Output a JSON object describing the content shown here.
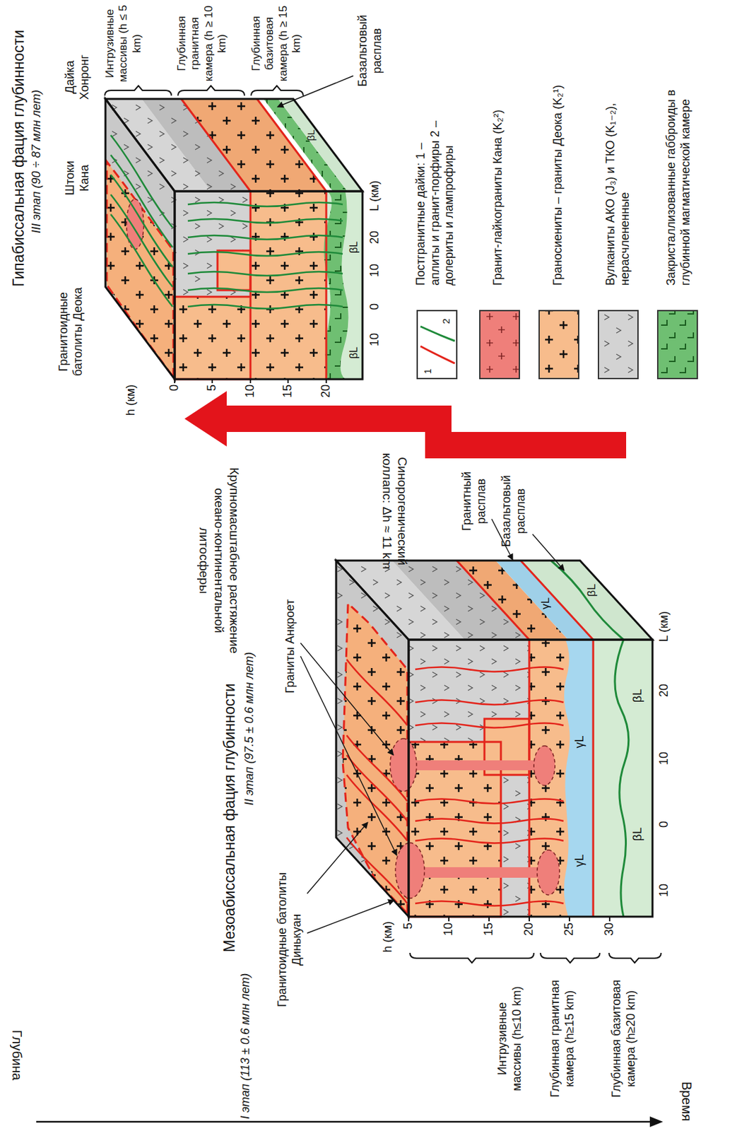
{
  "diagram": {
    "nodes": [
      {
        "text": [
          "Мезоабиссальная фация глубинности",
          "II этап (97.5 ± 0.6 млн лет)"
        ]
      },
      {
        "text": [
          "Гипабиссальная фация глубинности",
          "III этап (90 ÷ 87 млн лет)"
        ]
      }
    ],
    "edges": [
      {
        "from": 0,
        "to": 1,
        "arrow": "to",
        "label": "Крупномасштабное растяжение океано-континентальной литосферы"
      }
    ],
    "labels": [
      "I этап (113 ± 0.6 млн лет)",
      "Гранитоидные батолиты Динькуан",
      "Граниты Анкроет",
      "h (км)",
      "5",
      "10",
      "15",
      "20",
      "25",
      "30",
      "10",
      "0",
      "10",
      "20",
      "L (км)",
      "Интрузивные массивы (h≤10 km)",
      "Глубинная гранитная камера (h≥15 km)",
      "Глубинная базитовая камера (h≥20 km)",
      "Гранитный расплав",
      "Базальтовый расплав",
      "γL",
      "γL",
      "βL",
      "βL",
      "γL",
      "βL",
      "Синорогенический коллапс: Δh ≈ 11 km",
      "Гранитоидные батолиты Деока",
      "Штоки Кана",
      "Дайка Хонронг",
      "Интрузивные массивы (h ≤ 5 km)",
      "Глубинная гранитная камера (h ≥ 10 km)",
      "Глубинная базитовая камера (h ≥ 15 km)",
      "h (км)",
      "0",
      "5",
      "10",
      "15",
      "20",
      "10",
      "0",
      "10",
      "20",
      "L (км)",
      "βL",
      "βL",
      "βL",
      "Базальтовый расплав",
      "1",
      "2",
      "Глубина",
      "Время"
    ],
    "legend": [
      {
        "text": "Постгранитные дайки: 1 – аплиты и гранит-порфиры 2 – долериты и лампрофиры"
      },
      {
        "text": "Гранит-лайкограниты Кана (K₂²)",
        "color": "#ef7f7a"
      },
      {
        "text": "Граносиениты – граниты Деока (K₂¹)",
        "color": "#f7bc8c"
      },
      {
        "text": "Вулканиты АКО (J₃) и ТКО (K₁₋₂), нерасчлененные",
        "color": "#d3d3d3"
      },
      {
        "text": "Закристаллизованные габброиды в глубинной магматической камере",
        "color": "#6fbf72"
      }
    ]
  }
}
